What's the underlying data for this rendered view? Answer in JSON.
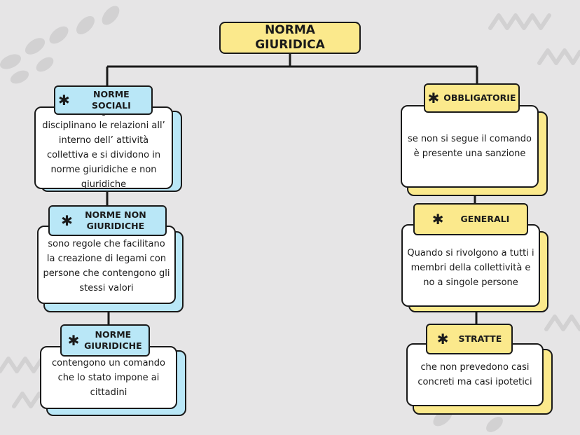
{
  "colors": {
    "background": "#e6e5e6",
    "yellow": "#fbe98c",
    "blue": "#b9e7f7",
    "ink": "#1a1a1a",
    "card": "#ffffff"
  },
  "root": {
    "label": "NORMA GIURIDICA"
  },
  "left": [
    {
      "title": "NORME SOCIALI",
      "icon": "asterisk-icon",
      "text": "sono regole che disciplinano le relazioni all’ interno dell’ attività collettiva  e si dividono in norme giuridiche e non giuridiche"
    },
    {
      "title": "NORME NON GIURIDICHE",
      "icon": "asterisk-icon",
      "text": "sono regole che facilitano la creazione di legami con persone che contengono gli stessi valori"
    },
    {
      "title": "NORME GIURIDICHE",
      "icon": "asterisk-icon",
      "text": "contengono un comando che lo stato impone ai cittadini"
    }
  ],
  "right": [
    {
      "title": "OBBLIGATORIE",
      "icon": "asterisk-icon",
      "text": "se non si segue il comando è presente una sanzione"
    },
    {
      "title": "GENERALI",
      "icon": "asterisk-icon",
      "text": "Quando si rivolgono a tutti i membri della collettività e no a singole persone"
    },
    {
      "title": "STRATTE",
      "icon": "asterisk-icon",
      "text": "che non prevedono casi concreti ma casi ipotetici"
    }
  ]
}
